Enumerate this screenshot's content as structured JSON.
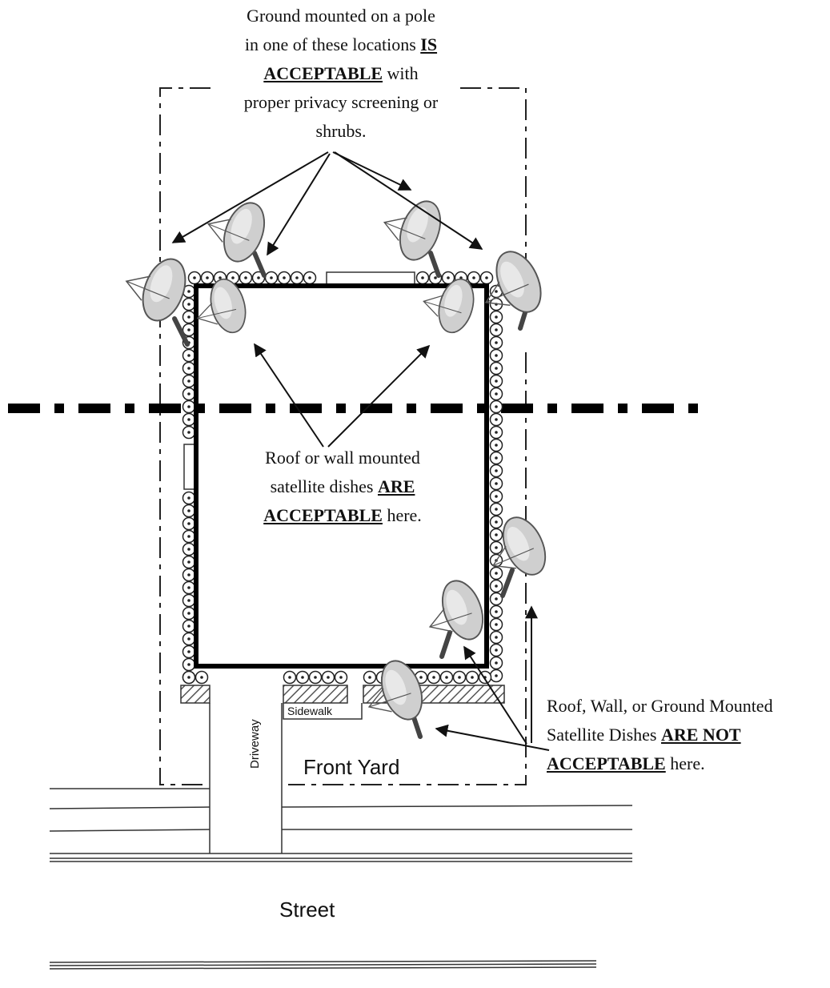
{
  "notes": {
    "top": {
      "line1": "Ground mounted on a pole",
      "line2_pre": "in one of these locations ",
      "line2_strong": "IS",
      "line3_strong": "ACCEPTABLE",
      "line3_post": " with",
      "line4": "proper privacy screening or",
      "line5": "shrubs."
    },
    "middle": {
      "line1": "Roof or wall mounted",
      "line2_pre": "satellite dishes ",
      "line2_strong": "ARE",
      "line3_strong": "ACCEPTABLE",
      "line3_post": " here."
    },
    "bottom": {
      "line1": "Roof, Wall, or Ground Mounted",
      "line2_pre": "Satellite Dishes ",
      "line2_strong": "ARE NOT",
      "line3_strong": "ACCEPTABLE",
      "line3_post": " here."
    }
  },
  "labels": {
    "driveway": "Driveway",
    "sidewalk": "Sidewalk",
    "front_yard": "Front Yard",
    "street": "Street"
  },
  "colors": {
    "ink": "#111111",
    "dish_fill": "#cfcfcf",
    "hatch": "#555555"
  }
}
